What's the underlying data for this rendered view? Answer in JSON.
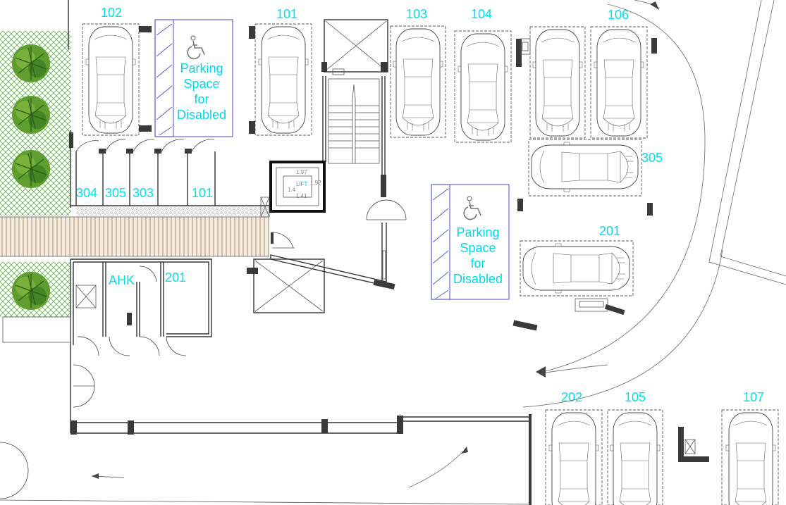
{
  "disabled_spaces": [
    {
      "line1": "Parking",
      "line2": "Space",
      "line3": "for",
      "line4": "Disabled",
      "icon": "wheelchair-icon"
    },
    {
      "line1": "Parking",
      "line2": "Space",
      "line3": "for",
      "line4": "Disabled",
      "icon": "wheelchair-icon"
    }
  ],
  "parking_labels": [
    "102",
    "101",
    "103",
    "104",
    "106",
    "305",
    "201",
    "202",
    "105",
    "107"
  ],
  "storage_labels": [
    "304",
    "305",
    "303",
    "101"
  ],
  "room_labels": [
    "AHK",
    "201"
  ],
  "lift": {
    "label": "LIFT",
    "dims": [
      "1.97",
      "1.92",
      "1.4",
      "1.41"
    ]
  },
  "colors": {
    "label": "#00e0ef",
    "disabled_outline": "#5a5ad0",
    "wall": "#333333",
    "vegetation": "#4f9a2f"
  }
}
